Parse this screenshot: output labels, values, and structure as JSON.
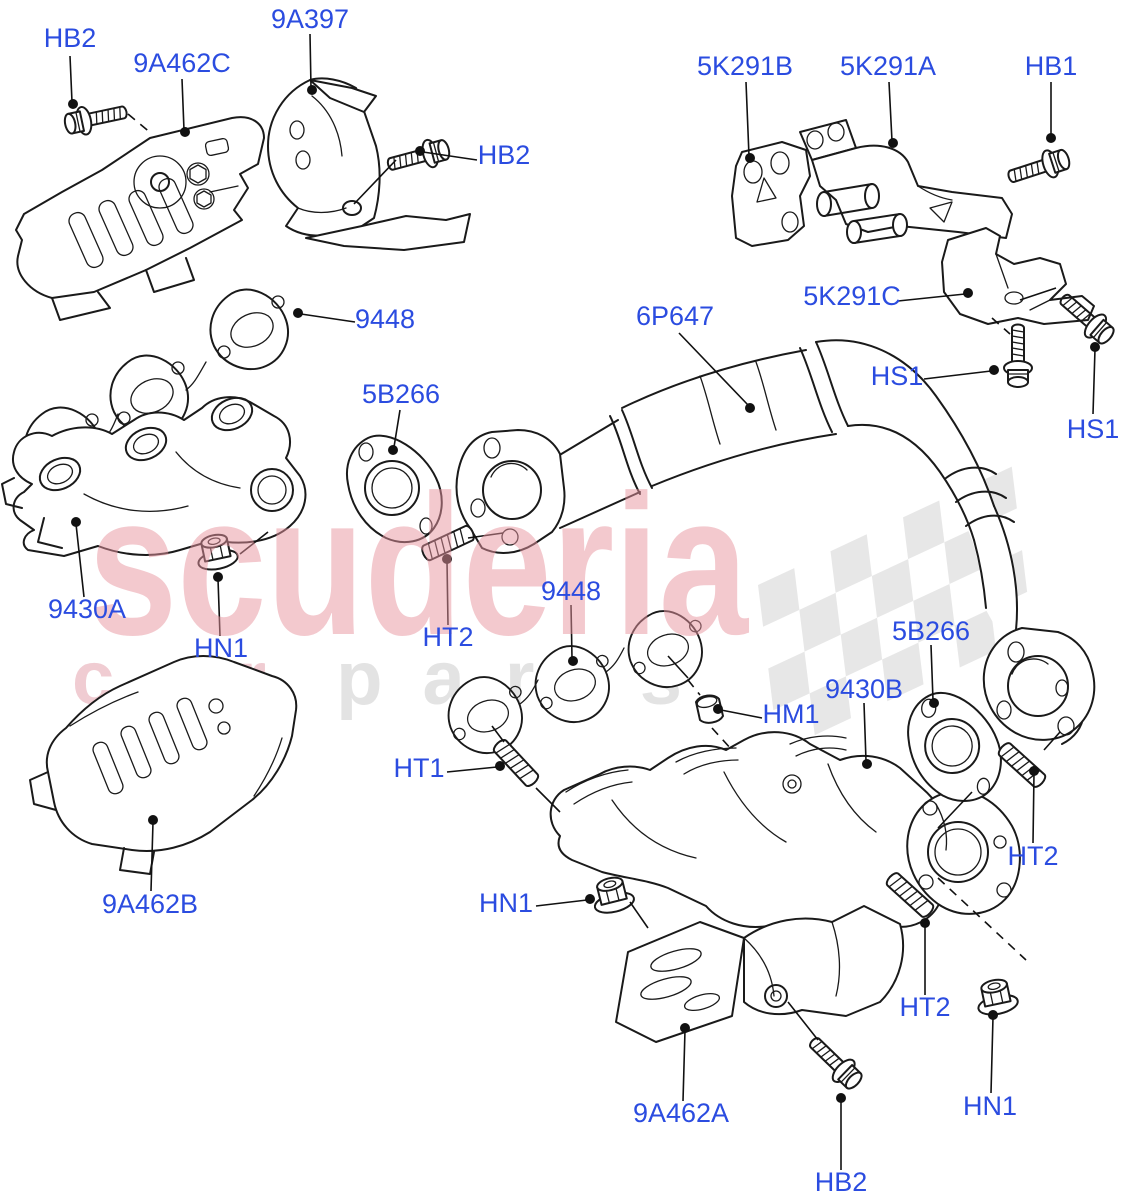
{
  "diagram": {
    "type": "exploded-parts-diagram",
    "subject": "exhaust manifold and downpipe assembly",
    "watermark": {
      "brand": "scuderia",
      "tagline_word1": "car",
      "tagline_word2": "parts"
    },
    "colors": {
      "label_blue": "#2b4ce0",
      "line_black": "#1a1a1a",
      "watermark_pink": "#e8949f",
      "watermark_gray": "#e3e3e3",
      "flag_gray": "#e7e7e7",
      "background": "#ffffff"
    },
    "callouts": [
      {
        "id": "hb2-top-left",
        "text": "HB2"
      },
      {
        "id": "9a462c",
        "text": "9A462C"
      },
      {
        "id": "9a397",
        "text": "9A397"
      },
      {
        "id": "hb2-top-right",
        "text": "HB2"
      },
      {
        "id": "5k291b",
        "text": "5K291B"
      },
      {
        "id": "5k291a",
        "text": "5K291A"
      },
      {
        "id": "hb1",
        "text": "HB1"
      },
      {
        "id": "5k291c",
        "text": "5K291C"
      },
      {
        "id": "hs1-left",
        "text": "HS1"
      },
      {
        "id": "hs1-right",
        "text": "HS1"
      },
      {
        "id": "9448-left",
        "text": "9448"
      },
      {
        "id": "6p647",
        "text": "6P647"
      },
      {
        "id": "5b266-left",
        "text": "5B266"
      },
      {
        "id": "9430a",
        "text": "9430A"
      },
      {
        "id": "hn1-left",
        "text": "HN1"
      },
      {
        "id": "ht2-left",
        "text": "HT2"
      },
      {
        "id": "9448-middle",
        "text": "9448"
      },
      {
        "id": "hm1",
        "text": "HM1"
      },
      {
        "id": "9430b",
        "text": "9430B"
      },
      {
        "id": "5b266-right",
        "text": "5B266"
      },
      {
        "id": "ht2-right",
        "text": "HT2"
      },
      {
        "id": "ht1",
        "text": "HT1"
      },
      {
        "id": "hn1-middle",
        "text": "HN1"
      },
      {
        "id": "ht2-bottom",
        "text": "HT2"
      },
      {
        "id": "hn1-bottom-right",
        "text": "HN1"
      },
      {
        "id": "9a462a",
        "text": "9A462A"
      },
      {
        "id": "hb2-bottom",
        "text": "HB2"
      },
      {
        "id": "9a462b",
        "text": "9A462B"
      }
    ]
  }
}
